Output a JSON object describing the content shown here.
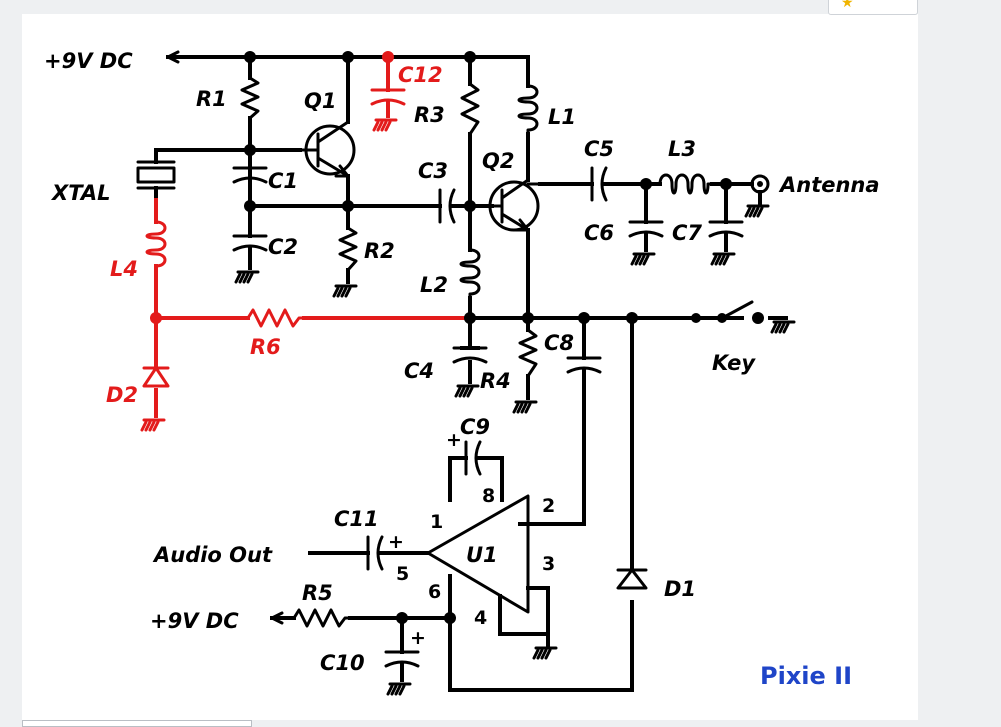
{
  "diagram": {
    "title": "Pixie II",
    "labels": {
      "vcc_top": "+9V DC",
      "vcc_bottom": "+9V DC",
      "r1": "R1",
      "r2": "R2",
      "r3": "R3",
      "r4": "R4",
      "r5": "R5",
      "r6": "R6",
      "c1": "C1",
      "c2": "C2",
      "c3": "C3",
      "c4": "C4",
      "c5": "C5",
      "c6": "C6",
      "c7": "C7",
      "c8": "C8",
      "c9": "C9",
      "c10": "C10",
      "c11": "C11",
      "c12": "C12",
      "q1": "Q1",
      "q2": "Q2",
      "l1": "L1",
      "l2": "L2",
      "l3": "L3",
      "l4": "L4",
      "d1": "D1",
      "d2": "D2",
      "u1": "U1",
      "xtal": "XTAL",
      "antenna": "Antenna",
      "key": "Key",
      "audio_out": "Audio Out"
    },
    "pins": [
      "1",
      "2",
      "3",
      "4",
      "5",
      "6",
      "8"
    ],
    "polarity_marks": [
      "+",
      "+",
      "+"
    ],
    "colors": {
      "modification": "#e31b1b",
      "wire": "#000000",
      "title": "#1f45c8"
    }
  }
}
